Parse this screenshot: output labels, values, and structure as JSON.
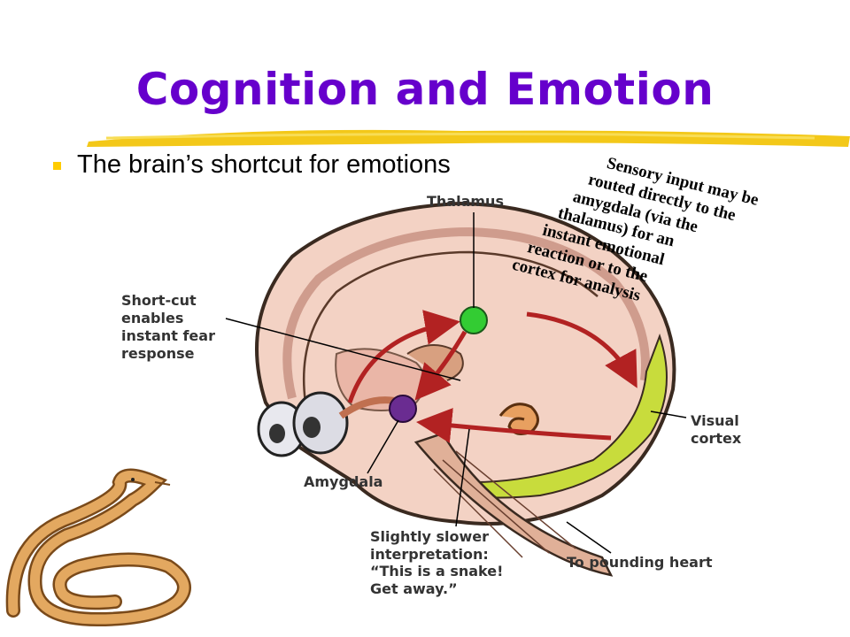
{
  "slide": {
    "title": "Cognition and Emotion",
    "bullet": "The brain’s shortcut for emotions"
  },
  "diagram": {
    "labels": {
      "thalamus": "Thalamus",
      "shortcut": [
        "Short-cut",
        "enables",
        "instant fear",
        "response"
      ],
      "amygdala": "Amygdala",
      "visual_cortex": [
        "Visual",
        "cortex"
      ],
      "slower": [
        "Slightly slower",
        "interpretation:",
        "“This is a snake!",
        "Get away.”"
      ],
      "heart": "To pounding heart"
    },
    "note_lines": [
      "Sensory input may be",
      "routed directly to the",
      "amygdala (via the",
      "thalamus) for an",
      "instant emotional",
      "reaction or to the",
      "cortex for analysis"
    ]
  },
  "colors": {
    "title": "#6600cc",
    "bullet": "#ffcc00",
    "underline": "#f2c200",
    "thalamus_dot": "#33cc33",
    "amygdala_dot": "#6a2c91",
    "arrow": "#b22222"
  }
}
